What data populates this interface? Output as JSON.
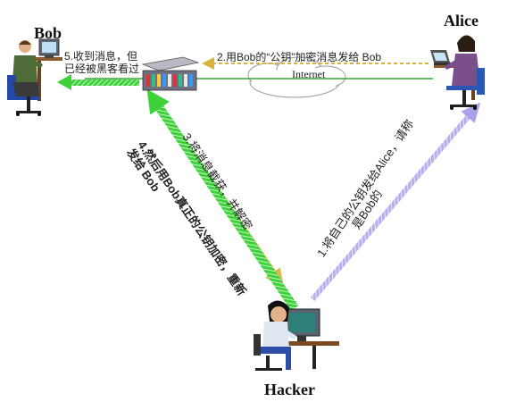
{
  "parties": {
    "bob": "Bob",
    "alice": "Alice",
    "hacker": "Hacker"
  },
  "internet": "Internet",
  "steps": {
    "step1": [
      "1.将自己的公钥发给Alice，请称",
      "是Bob的"
    ],
    "step2": "2.用Bob的“公钥”加密消息发给 Bob",
    "step3": [
      "3.将消息截获，并解密"
    ],
    "step4": [
      "4.然后用Bob真正的公钥加密，重新",
      "发给 Bob"
    ],
    "step5": [
      "5.收到消息，但",
      "已经被黑客看过"
    ]
  },
  "icons": [
    "bob-person-icon",
    "alice-person-icon",
    "hacker-person-icon",
    "server-icon",
    "internet-cloud-icon"
  ],
  "colors": {
    "green_arrow": "#22c22a",
    "yellow_arrow": "#d6b33a",
    "purple_arrow": "#a8a3e8",
    "internet_line": "#3aa23a"
  }
}
